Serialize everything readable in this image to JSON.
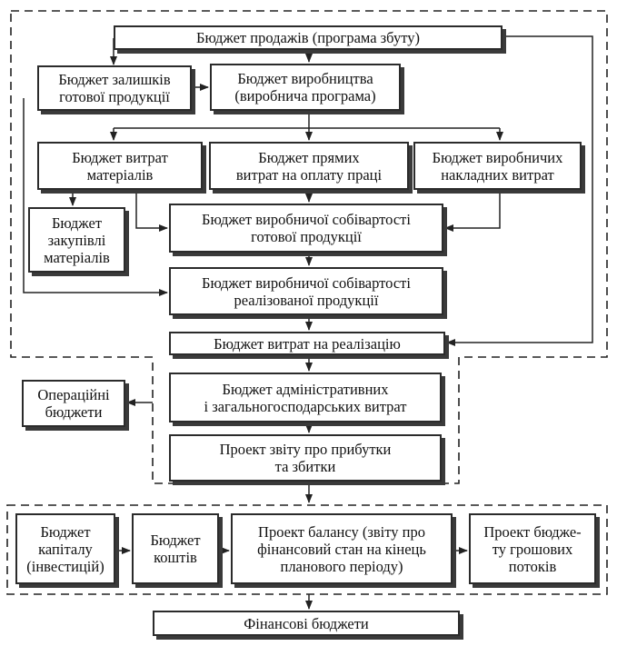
{
  "sales_budget": "Бюджет продажів (програма збуту)",
  "inventory_budget": "Бюджет залишків\nготової продукції",
  "production_budget": "Бюджет виробництва\n(виробнича програма)",
  "materials_budget": "Бюджет витрат\nматеріалів",
  "labor_budget": "Бюджет прямих\nвитрат на оплату праці",
  "overhead_budget": "Бюджет виробничих\nнакладних витрат",
  "purchases_budget": "Бюджет\nзакупівлі\nматеріалів",
  "cogm_budget": "Бюджет виробничої собівартості\nготової продукції",
  "cogs_budget": "Бюджет виробничої собівартості\nреалізованої продукції",
  "selling_budget": "Бюджет витрат на реалізацію",
  "admin_budget": "Бюджет адміністративних\nі загальногосподарських витрат",
  "income_statement": "Проект звіту про прибутки\nта збитки",
  "operating_budgets": "Операційні\nбюджети",
  "capital_budget": "Бюджет\nкапіталу\n(інвестицій)",
  "cash_budget": "Бюджет\nкоштів",
  "balance_sheet": "Проект балансу (звіту про\nфінансовий стан на кінець\nпланового періоду)",
  "cash_flow_budget": "Проект бюдже-\nту грошових\nпотоків",
  "financial_budgets": "Фінансові бюджети"
}
